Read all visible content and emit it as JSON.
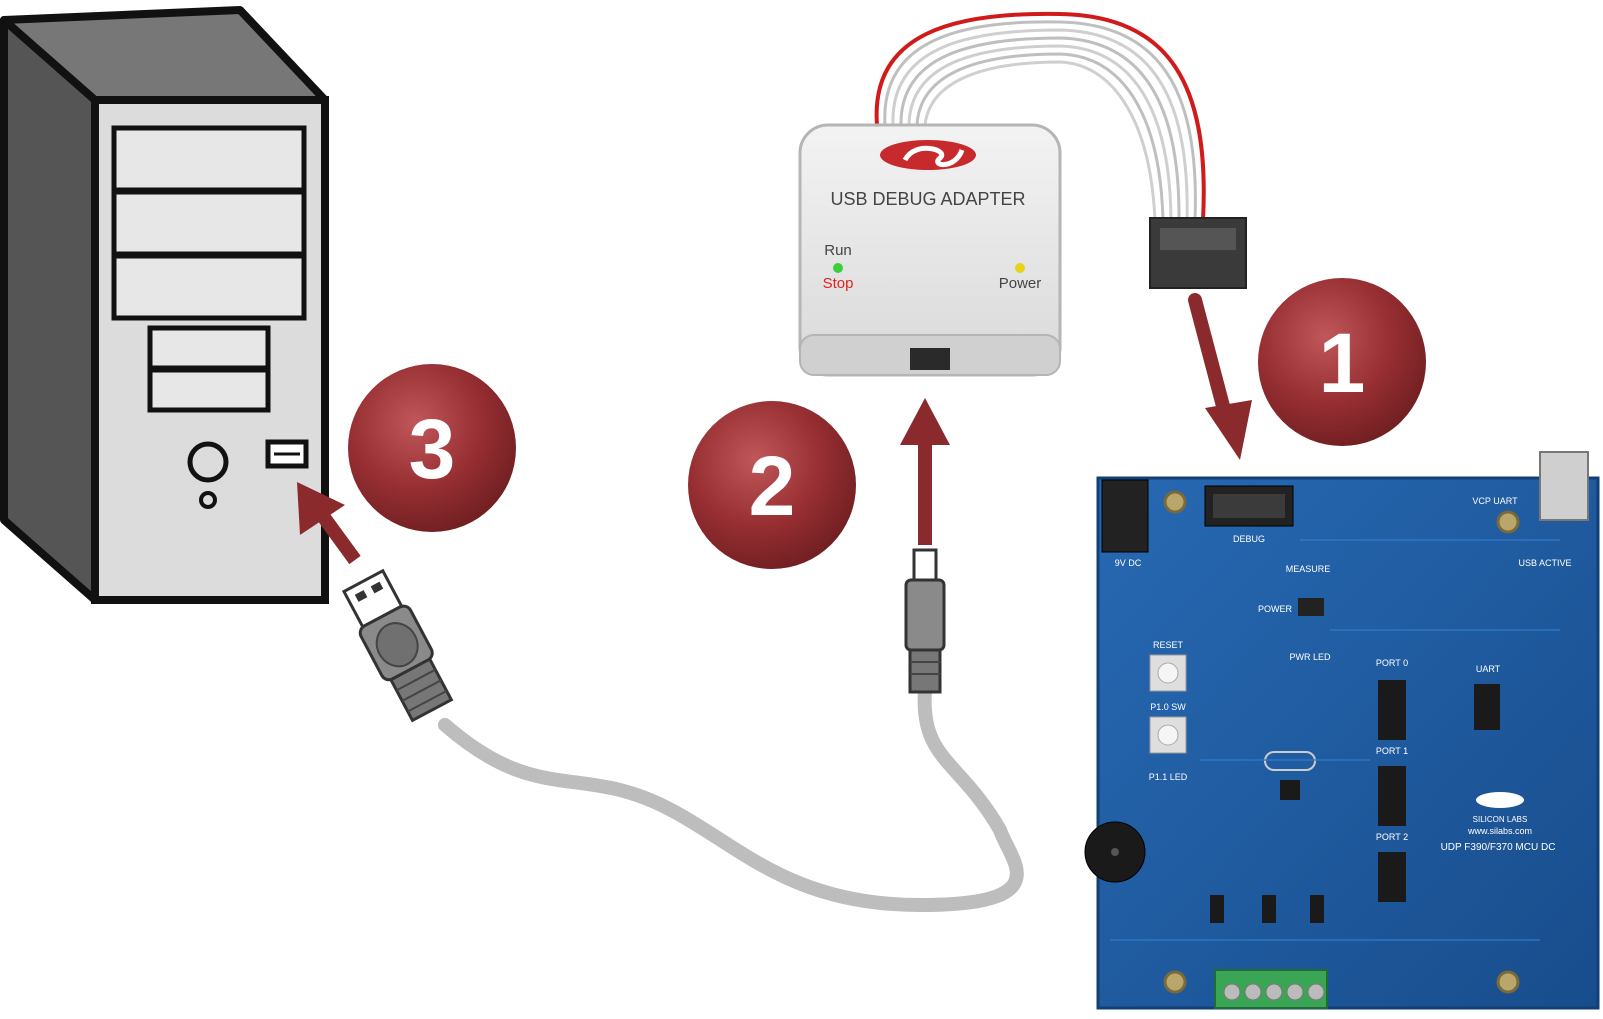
{
  "adapter": {
    "title": "USB DEBUG ADAPTER",
    "run_label": "Run",
    "stop_label": "Stop",
    "power_label": "Power"
  },
  "steps": [
    {
      "number": "1"
    },
    {
      "number": "2"
    },
    {
      "number": "3"
    }
  ],
  "board": {
    "debug_label": "DEBUG",
    "dc_label": "9V DC",
    "vcp_label": "VCP UART",
    "usb_active_label": "USB ACTIVE",
    "measure_label": "MEASURE",
    "power_label": "POWER",
    "reset_label": "RESET",
    "pwr_led_label": "PWR LED",
    "p10_sw_label": "P1.0 SW",
    "p11_led_label": "P1.1 LED",
    "port0_label": "PORT 0",
    "port1_label": "PORT 1",
    "port2_label": "PORT 2",
    "uart_label": "UART",
    "brand_label": "SILICON LABS",
    "url_label": "www.silabs.com",
    "model_label": "UDP F390/F370 MCU DC"
  },
  "colors": {
    "badge": "#8e2a2e",
    "arrow": "#8b2a2d",
    "board": "#1f5fa6",
    "cable": "#bdbdbd",
    "ribbon_red": "#d11b1b"
  }
}
